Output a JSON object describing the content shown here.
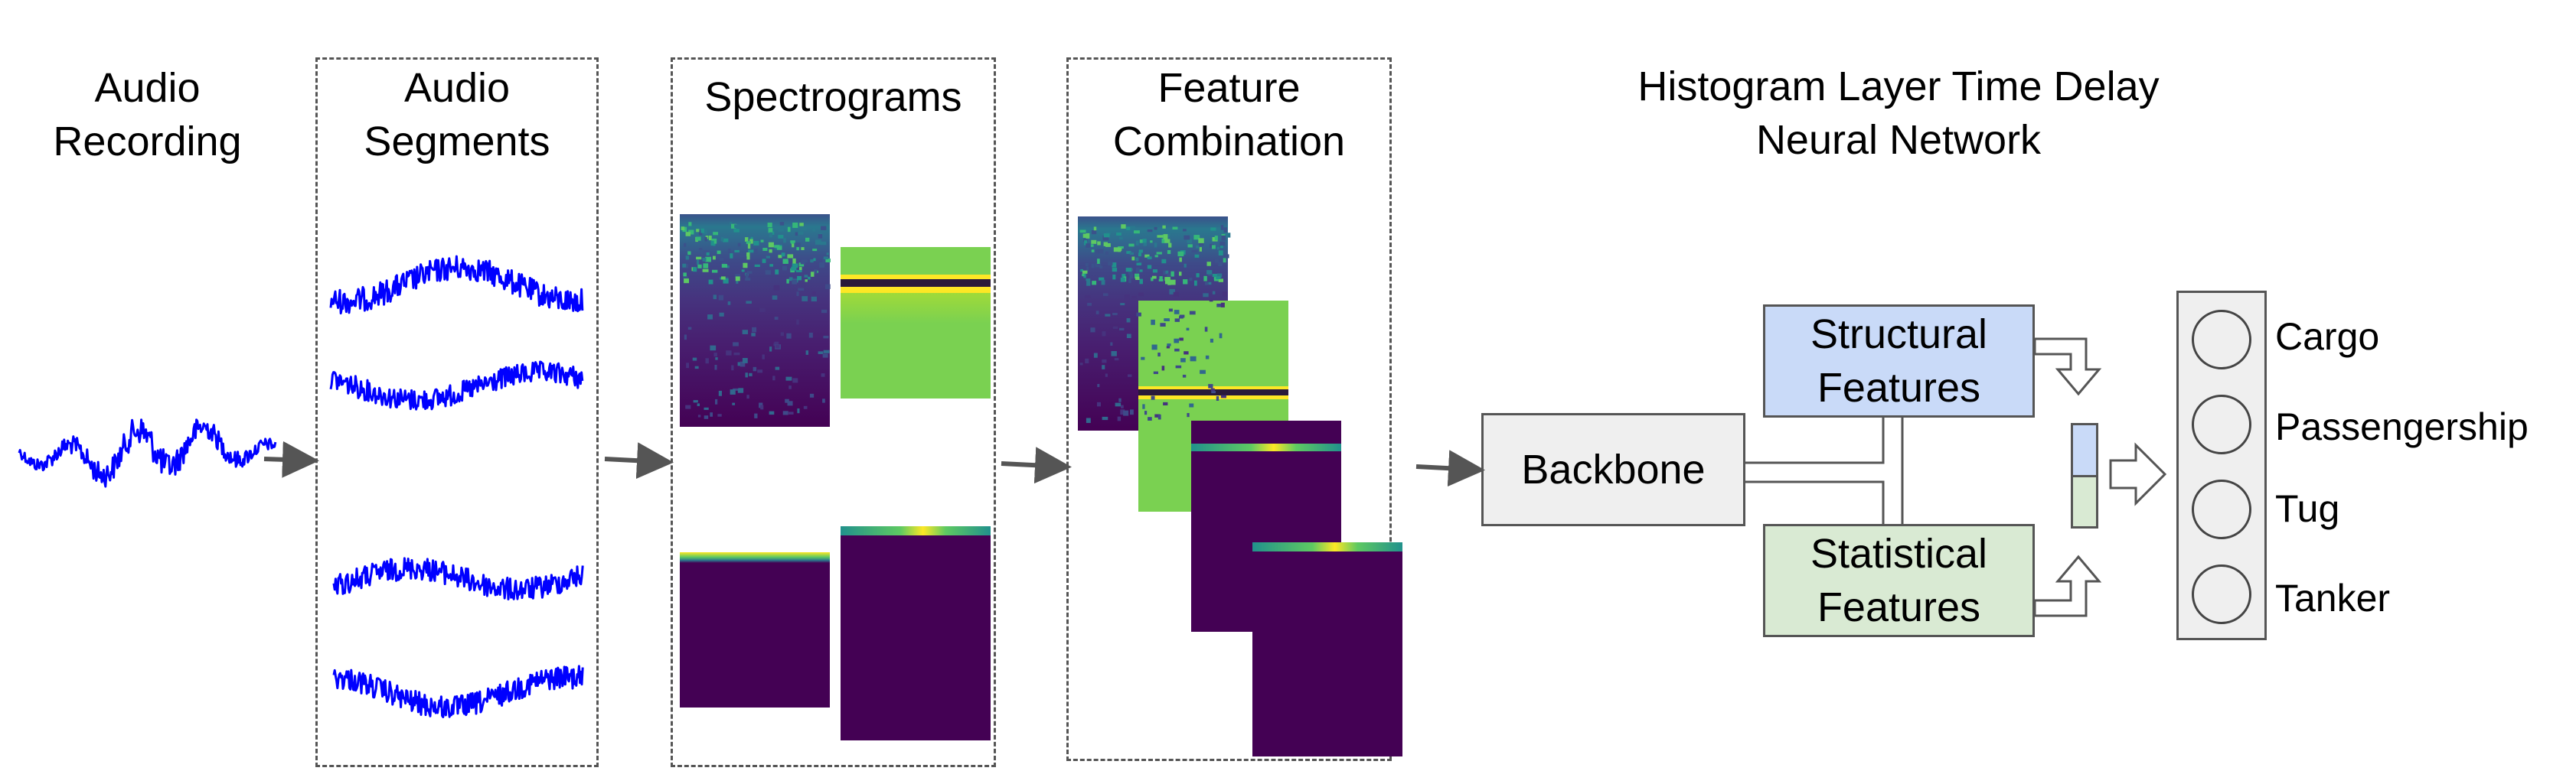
{
  "stages": {
    "recording": {
      "line1": "Audio",
      "line2": "Recording"
    },
    "segments": {
      "line1": "Audio",
      "line2": "Segments"
    },
    "spectrograms": {
      "title": "Spectrograms"
    },
    "combination": {
      "line1": "Feature",
      "line2": "Combination"
    },
    "network": {
      "line1": "Histogram Layer Time Delay",
      "line2": "Neural Network"
    }
  },
  "blocks": {
    "backbone": "Backbone",
    "structural": {
      "line1": "Structural",
      "line2": "Features"
    },
    "statistical": {
      "line1": "Statistical",
      "line2": "Features"
    }
  },
  "classes": [
    "Cargo",
    "Passengership",
    "Tug",
    "Tanker"
  ],
  "colors": {
    "waveform": "#0000ff",
    "structural_fill": "#c9daf8",
    "statistical_fill": "#d9ead3",
    "backbone_fill": "#efefef",
    "output_fill": "#efefef",
    "spec_dark": "#440154",
    "spec_green": "#7ad151",
    "spec_yellow": "#fde725",
    "arrow": "#555555"
  }
}
